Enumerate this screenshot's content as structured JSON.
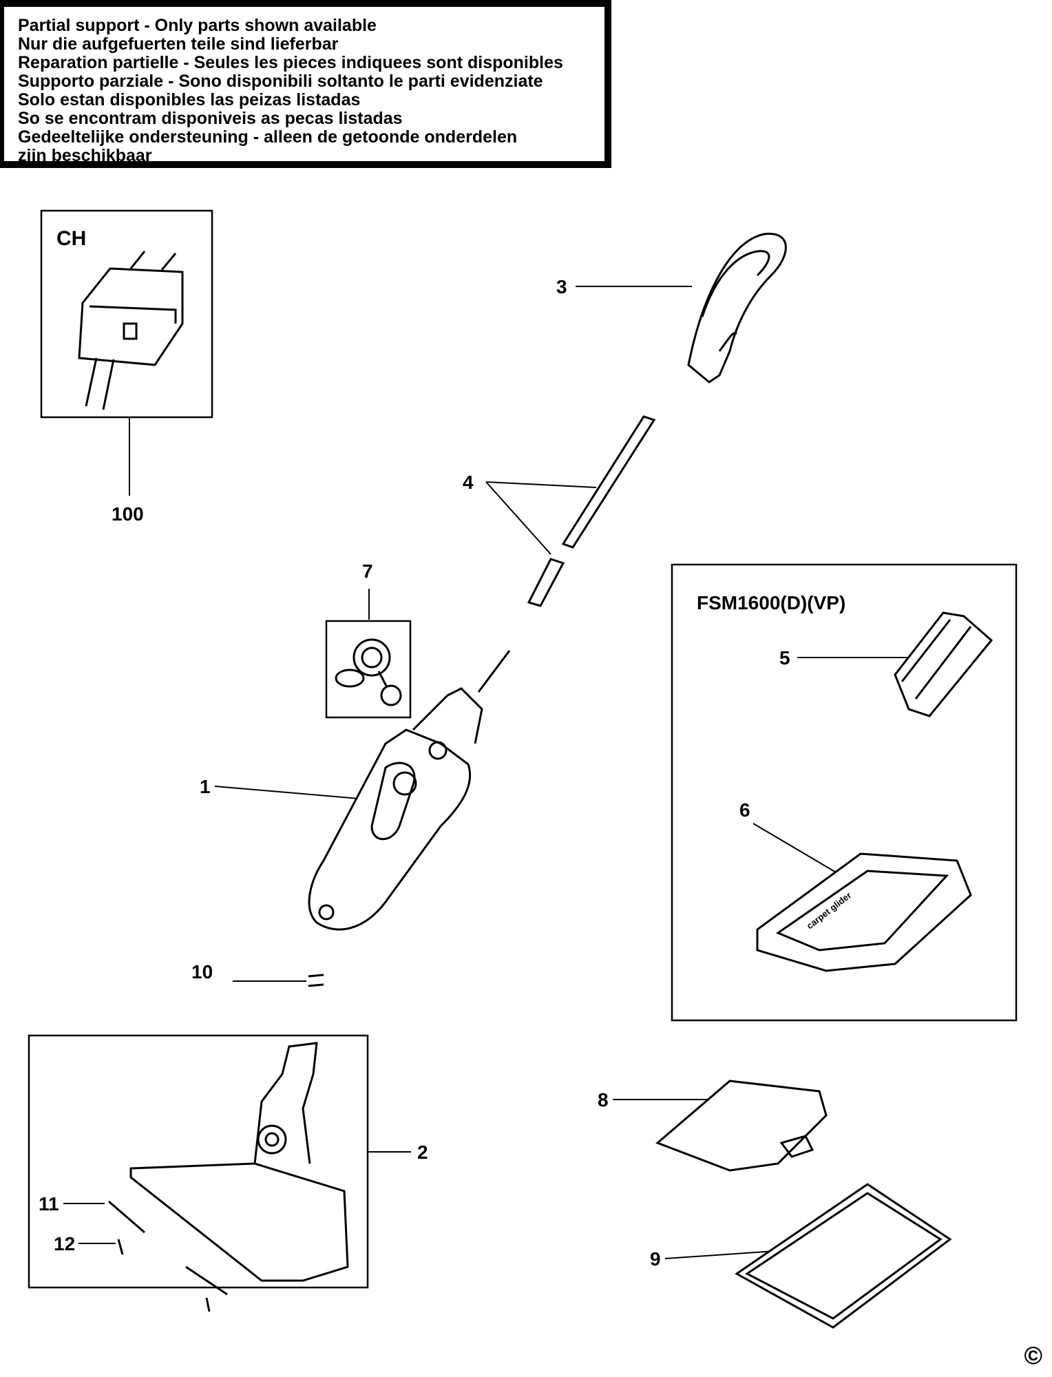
{
  "notice": {
    "lines": [
      "Partial support - Only parts shown available",
      "Nur die aufgefuerten teile sind lieferbar",
      "Reparation partielle - Seules les pieces indiquees sont disponibles",
      "Supporto parziale - Sono disponibili soltanto le parti evidenziate",
      "Solo estan disponibles las peizas listadas",
      "So se encontram disponiveis as pecas listadas",
      "Gedeeltelijke ondersteuning - alleen de getoonde onderdelen",
      "zijn beschikbaar"
    ]
  },
  "boxes": {
    "ch": "CH",
    "variant": "FSM1600(D)(VP)"
  },
  "parts": {
    "p1": "1",
    "p2": "2",
    "p3": "3",
    "p4": "4",
    "p5": "5",
    "p6": "6",
    "p7": "7",
    "p8": "8",
    "p9": "9",
    "p10": "10",
    "p11": "11",
    "p12": "12",
    "p100": "100"
  },
  "glider_text": "carpet glider",
  "copyright": "©"
}
